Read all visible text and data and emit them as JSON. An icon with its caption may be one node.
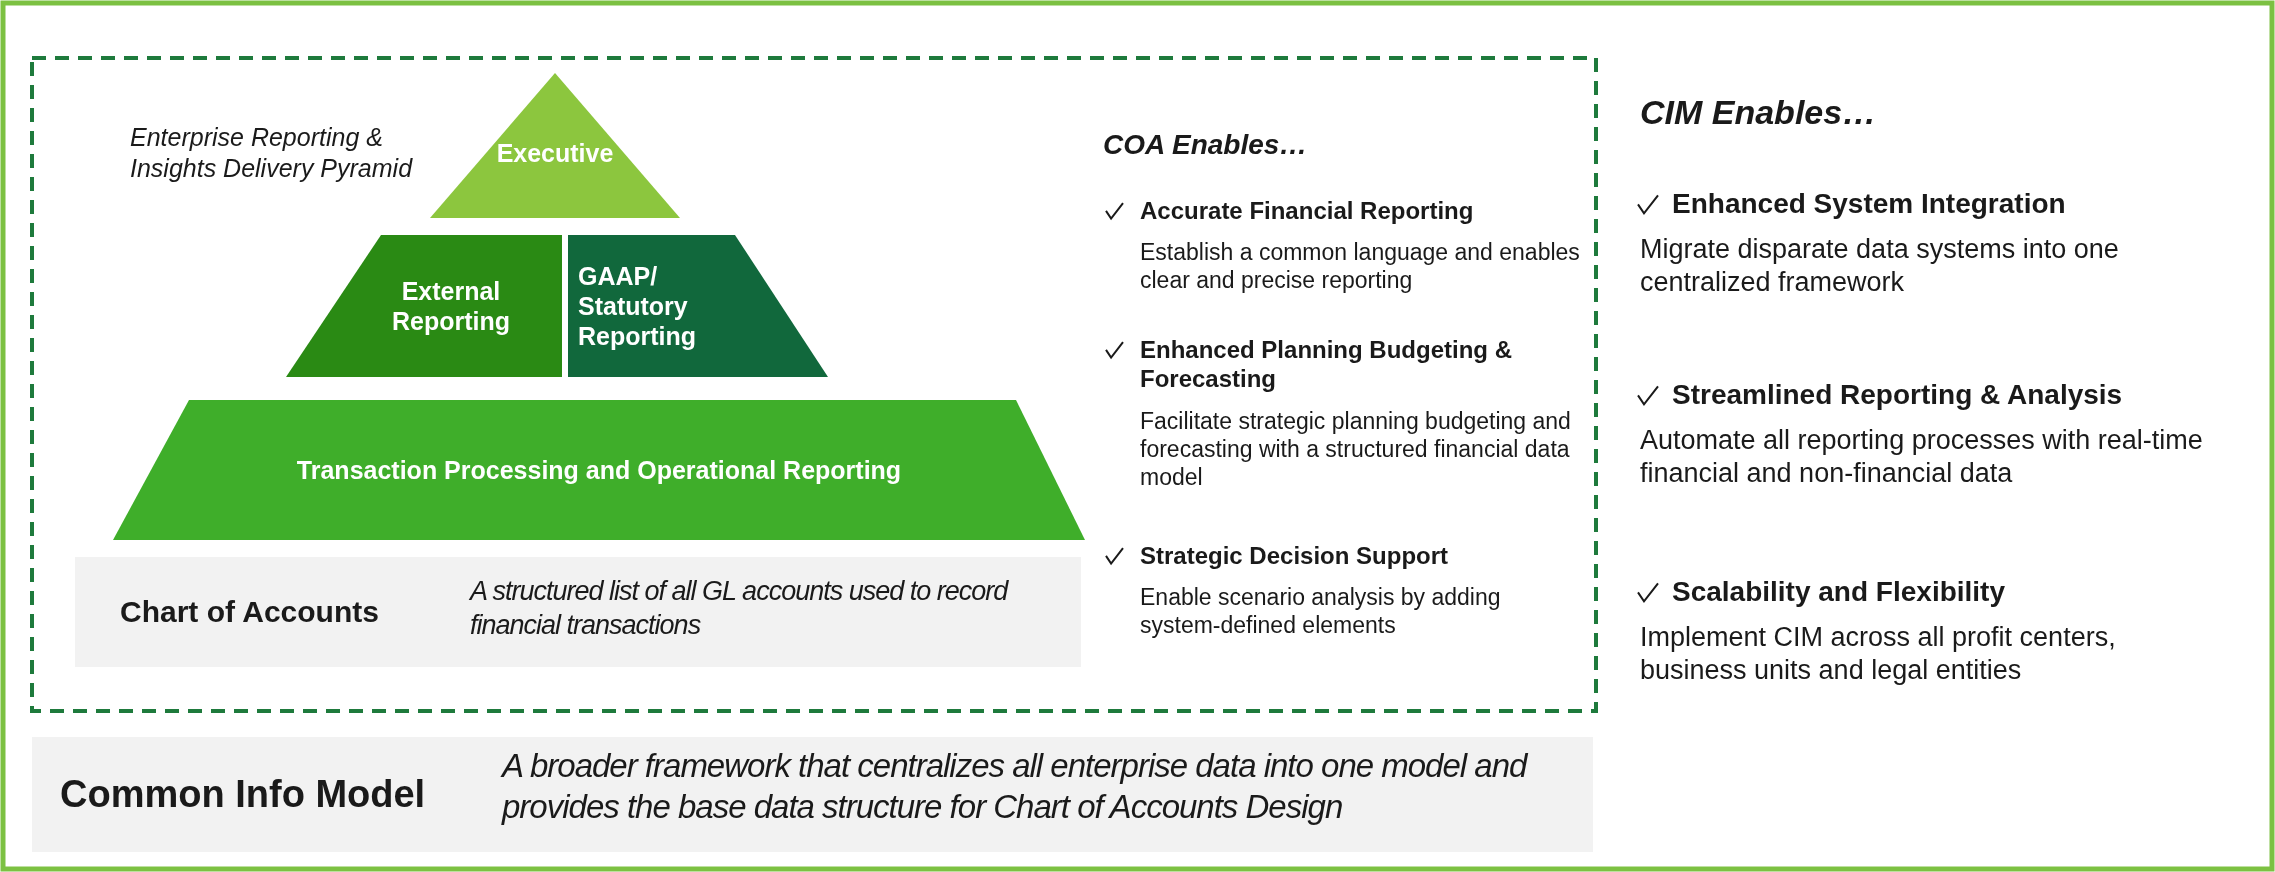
{
  "diagram": {
    "nodes": [
      {
        "text": [
          "Executive"
        ]
      },
      {
        "text": [
          "External Reporting"
        ]
      },
      {
        "text": [
          "GAAP/ Statutory Reporting"
        ]
      },
      {
        "text": [
          "Transaction Processing and Operational Reporting"
        ]
      },
      {
        "text": [
          "Chart of Accounts",
          "A structured list of all GL accounts used to record financial transactions"
        ]
      },
      {
        "text": [
          "Common Info Model",
          "A broader framework that centralizes all enterprise data into one model and provides the base data structure for Chart of Accounts Design"
        ]
      }
    ],
    "labels": [
      "Enterprise Reporting & Insights Delivery Pyramid",
      "COA Enables…",
      "Accurate Financial Reporting",
      "Establish a common language and enables clear and precise reporting",
      "Enhanced Planning Budgeting & Forecasting",
      "Facilitate strategic planning budgeting and forecasting with a structured financial data model",
      "Strategic Decision Support",
      "Enable scenario analysis by adding system-defined elements",
      "CIM Enables…",
      "Enhanced System Integration",
      "Migrate disparate data systems into one centralized framework",
      "Streamlined Reporting & Analysis",
      "Automate all reporting processes with real-time financial and non-financial data",
      "Scalability and Flexibility",
      "Implement CIM across all profit centers, business units and legal entities"
    ]
  }
}
